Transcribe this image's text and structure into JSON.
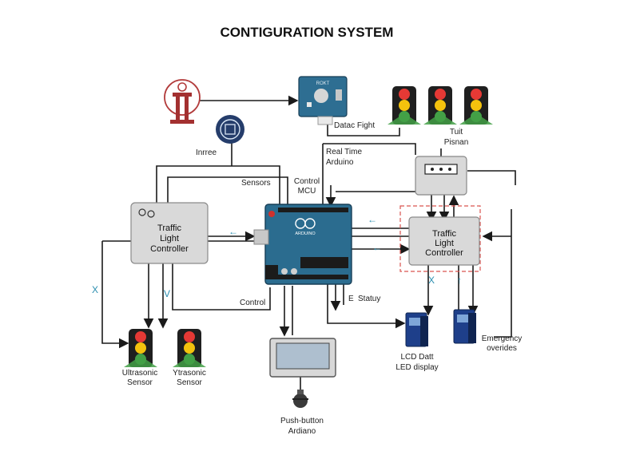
{
  "title": "CONTIGURATION SYSTEM",
  "nodes": {
    "left_controller": [
      "Traffic",
      "Light",
      "Controller"
    ],
    "right_controller": [
      "Traffic",
      "Light",
      "Controller"
    ],
    "sensor_module_top": "Datac Fight",
    "sensor_module_top_chip": "ROKT",
    "inrree": "Inrree",
    "real_time": [
      "Real Time",
      "Arduino"
    ],
    "tuit": [
      "Tuit",
      "Pisnan"
    ],
    "sensors": "Sensors",
    "control_mcu": [
      "Control",
      "MCU"
    ],
    "arduino_brand": "ARDUINO",
    "control": "Control",
    "status": "Statuy",
    "status_prefix": "E",
    "lcd": [
      "LCD Datt",
      "LED display"
    ],
    "emergency": [
      "Emergency",
      "overides"
    ],
    "ultrasonic_1": [
      "Ultrasonic",
      "Sensor"
    ],
    "ultrasonic_2": [
      "Ytrasonic",
      "Sensor"
    ],
    "pushbutton": [
      "Push-button",
      "Ardiano"
    ]
  },
  "annotations": {
    "arrow_mark_1": "←",
    "arrow_mark_2": "←",
    "arrow_mark_3": "←",
    "teal_x_left": "X",
    "teal_v_left": "V",
    "teal_x_right": "X",
    "teal_v_right": "↑"
  },
  "colors": {
    "controller_fill": "#d9d9d9",
    "arduino_blue": "#2b6c8f",
    "traffic_housing": "#1f1f1f",
    "red_light": "#e53935",
    "yellow_light": "#f4c20d",
    "green_light": "#43a047",
    "accent_teal": "#2d8fb0",
    "dashed_red": "#d9534f",
    "remote_blue": "#1e3f8a"
  }
}
